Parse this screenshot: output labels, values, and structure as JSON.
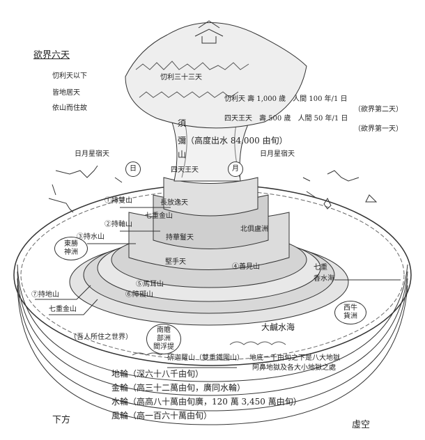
{
  "title": "欲界六天",
  "left_note": [
    "忉利天以下",
    "皆地居天",
    "依山而住故"
  ],
  "trayastrimsa": "忉利三十三天",
  "heavens_info": {
    "trayastrimsa_line": "忉利天 壽 1,000 歲　人間 100 年/1 日",
    "trayastrimsa_rank": "（欲界第二天）",
    "four_kings_line": "四天王天　壽 500 歲　人間 50 年/1 日",
    "four_kings_rank": "（欲界第一天）"
  },
  "sumeru": {
    "char1": "須",
    "char2": "彌（高度出水 84,000 由旬）",
    "char3": "山"
  },
  "sun_moon_stars_left": "日月星宿天",
  "sun_moon_stars_right": "日月星宿天",
  "sun": "日",
  "moon": "月",
  "tiers": {
    "four_kings": "四天王天",
    "tier1": "長放逸天",
    "seven_gold_upper": "七重金山",
    "tier2": "持華鬘天",
    "tier3": "堅手天"
  },
  "mountains": [
    "①持雙山",
    "②持軸山",
    "③持水山",
    "④善見山",
    "⑤馬耳山",
    "⑥障礙山",
    "⑦持地山"
  ],
  "seven_gold_lower": "七重金山",
  "continents": {
    "east": "東勝\n神洲",
    "north": "北俱盧洲",
    "west": "西牛\n貨洲",
    "south": "南贍\n部洲\n閻浮提",
    "our_world": "（吾人所住之世界）"
  },
  "seas": {
    "fragrant_1": "七重",
    "fragrant_2": "香水海",
    "salt": "大鹹水海"
  },
  "iron_ring": "斫迦羅山（雙重鐵圍山）",
  "hell_1": "地底一千由旬之下是八大地獄",
  "hell_2": "阿鼻地獄及各大小地獄之處",
  "wheels": [
    "地輪（深六十八千由旬）",
    "金輪（高三十二萬由旬，廣同水輪）",
    "水輪（高高八十萬由旬廣，120 萬 3,450 萬由旬）",
    "風輪（高一百六十萬由旬）"
  ],
  "below": "下方",
  "void": "虛空"
}
